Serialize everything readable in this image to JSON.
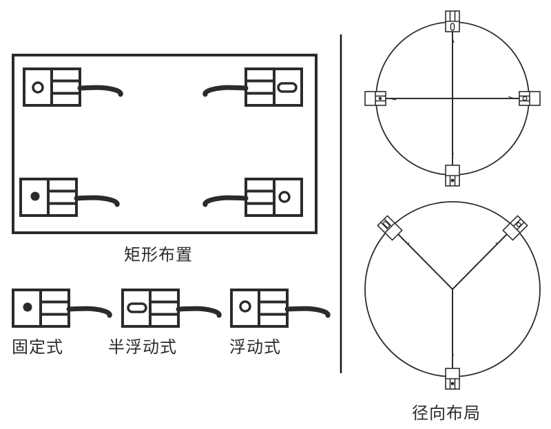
{
  "colors": {
    "stroke": "#2b2b2b",
    "background": "#ffffff",
    "divider": "#111111"
  },
  "left_panel": {
    "rect_layout": {
      "caption": "矩形布置",
      "sensors": [
        {
          "position": "top-left",
          "type": "fixed",
          "hole": "circle"
        },
        {
          "position": "top-right",
          "type": "semi-floating",
          "hole": "slot"
        },
        {
          "position": "bottom-left",
          "type": "fixed",
          "hole": "dot"
        },
        {
          "position": "bottom-right",
          "type": "floating",
          "hole": "circle"
        }
      ]
    },
    "legend": [
      {
        "label": "固定式",
        "hole": "dot"
      },
      {
        "label": "半浮动式",
        "hole": "slot"
      },
      {
        "label": "浮动式",
        "hole": "circle"
      }
    ]
  },
  "right_panel": {
    "cross_layout": {
      "sensors": [
        {
          "position": "top",
          "hole": "slot"
        },
        {
          "position": "left",
          "hole": "dot"
        },
        {
          "position": "right",
          "hole": "circle"
        },
        {
          "position": "bottom",
          "hole": "dot"
        }
      ]
    },
    "radial_layout": {
      "caption": "径向布局",
      "sensors": [
        {
          "position": "upper-left",
          "hole": "slot"
        },
        {
          "position": "upper-right",
          "hole": "circle"
        },
        {
          "position": "bottom",
          "hole": "dot"
        }
      ]
    }
  }
}
